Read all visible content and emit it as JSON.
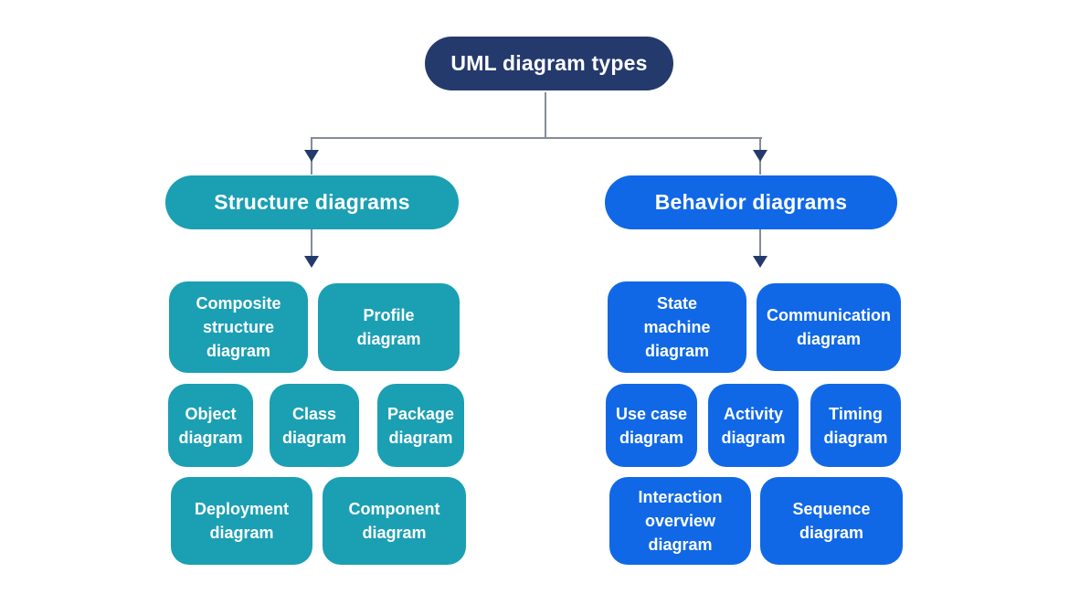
{
  "colors": {
    "background": "#FFFFFF",
    "root_fill": "#253A6C",
    "structure_fill": "#1B9FB3",
    "behavior_fill": "#1068E7",
    "connector_line": "#858B99",
    "arrow_fill": "#253A6C",
    "text": "#FFFFFF"
  },
  "root": {
    "label": "UML diagram types"
  },
  "structure": {
    "label": "Structure diagrams",
    "children": [
      {
        "label": "Composite\nstructure\ndiagram"
      },
      {
        "label": "Profile\ndiagram"
      },
      {
        "label": "Object\ndiagram"
      },
      {
        "label": "Class\ndiagram"
      },
      {
        "label": "Package\ndiagram"
      },
      {
        "label": "Deployment\ndiagram"
      },
      {
        "label": "Component\ndiagram"
      }
    ]
  },
  "behavior": {
    "label": "Behavior diagrams",
    "children": [
      {
        "label": "State\nmachine\ndiagram"
      },
      {
        "label": "Communication\ndiagram"
      },
      {
        "label": "Use case\ndiagram"
      },
      {
        "label": "Activity\ndiagram"
      },
      {
        "label": "Timing\ndiagram"
      },
      {
        "label": "Interaction\noverview\ndiagram"
      },
      {
        "label": "Sequence\ndiagram"
      }
    ]
  }
}
